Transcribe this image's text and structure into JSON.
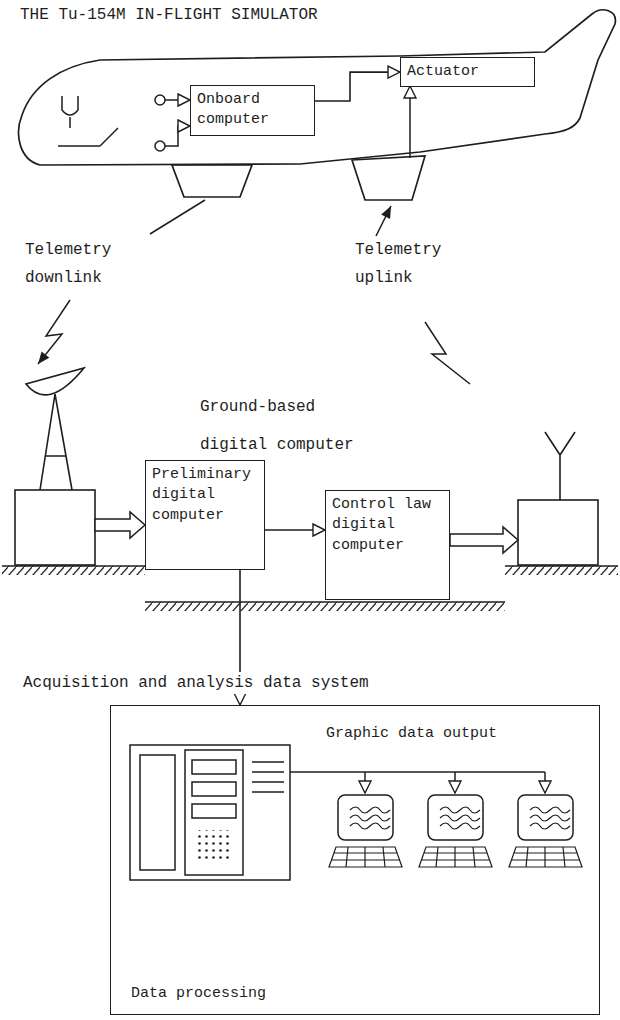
{
  "diagram": {
    "title": "THE Tu-154M IN-FLIGHT SIMULATOR",
    "nodes": [
      {
        "text": [
          "Onboard computer"
        ]
      },
      {
        "text": [
          "Actuator"
        ]
      },
      {
        "text": [
          "Preliminary digital computer"
        ]
      },
      {
        "text": [
          "Control law digital computer"
        ]
      },
      {
        "text": [
          "Graphic data output",
          "Data processing"
        ]
      }
    ],
    "edges": [
      {
        "from": 0,
        "to": 1,
        "arrow": "to"
      },
      {
        "from": 2,
        "to": 3,
        "arrow": "to"
      },
      {
        "from": 2,
        "to": 4,
        "arrow": "to"
      }
    ],
    "labels": [
      "Telemetry downlink",
      "Telemetry uplink",
      "Ground-based digital computer",
      "Acquisition and analysis data system"
    ]
  }
}
